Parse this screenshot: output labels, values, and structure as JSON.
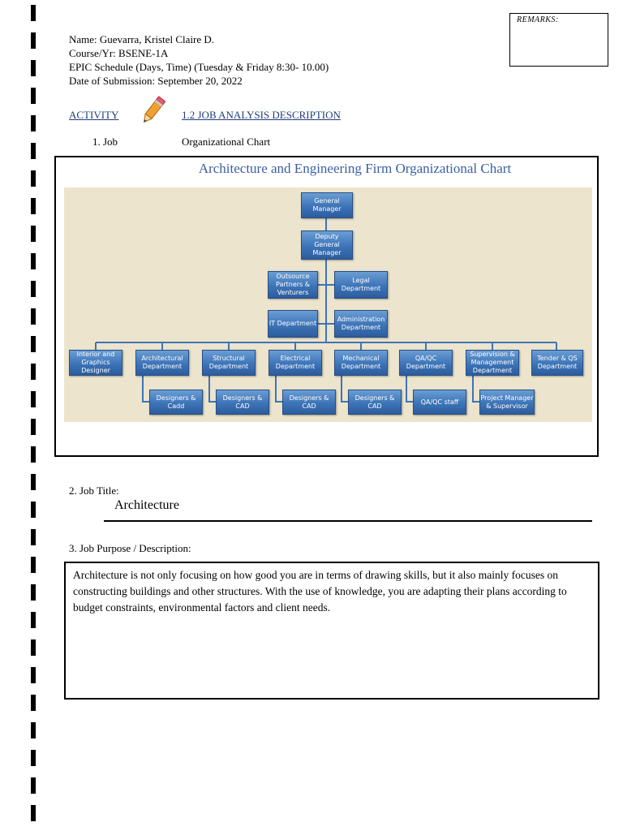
{
  "remarks": {
    "label": "REMARKS:"
  },
  "header": {
    "name_line": "Name: Guevarra, Kristel Claire D.",
    "course_line": "Course/Yr: BSENE-1A",
    "schedule_line": "EPIC Schedule (Days, Time) (Tuesday & Friday 8:30- 10.00)",
    "date_line": "Date of Submission: September 20, 2022"
  },
  "activity": {
    "label": "ACTIVITY",
    "icon": "pencil-icon",
    "section_title": "1.2 JOB ANALYSIS DESCRIPTION"
  },
  "item1": {
    "label": "1. Job",
    "value": "Organizational Chart"
  },
  "org_chart": {
    "title": "Architecture and Engineering Firm Organizational Chart",
    "box_color": "#3d74b8",
    "line_color": "#3d74b8",
    "background_color": "#ece4cc",
    "nodes": {
      "general_manager": "General\nManager",
      "deputy_general_manager": "Deputy General\nManager",
      "outsource_partners": "Outsource\nPartners &\nVenturers",
      "legal_department": "Legal\nDepartment",
      "it_department": "IT Department",
      "administration_department": "Administration\nDepartment",
      "interior_graphics_designer": "Interior and\nGraphics\nDesigner",
      "architectural_department": "Architectural\nDepartment",
      "structural_department": "Structural\nDepartment",
      "electrical_department": "Electrical\nDepartment",
      "mechanical_department": "Mechanical\nDepartment",
      "qa_qc_department": "QA/QC\nDepartment",
      "supervision_management_department": "Supervision &\nManagement\nDepartment",
      "tender_qs_department": "Tender & QS\nDepartment",
      "designers_cadd": "Designers &\nCadd",
      "structural_designers_cad": "Designers & CAD",
      "electrical_designers_cad": "Designers & CAD",
      "mechanical_designers_cad": "Designers & CAD",
      "qa_qc_staff": "QA/QC staff",
      "project_manager_supervisor": "Project Manager\n& Supervisor"
    }
  },
  "item2": {
    "label": "2. Job Title:",
    "value": "Architecture"
  },
  "item3": {
    "label": "3. Job Purpose / Description:",
    "text": "Architecture is not only focusing on how good you are in terms of drawing skills, but it also mainly focuses on constructing buildings and other structures. With the use of knowledge, you are adapting their plans according to budget constraints, environmental factors and client needs."
  }
}
